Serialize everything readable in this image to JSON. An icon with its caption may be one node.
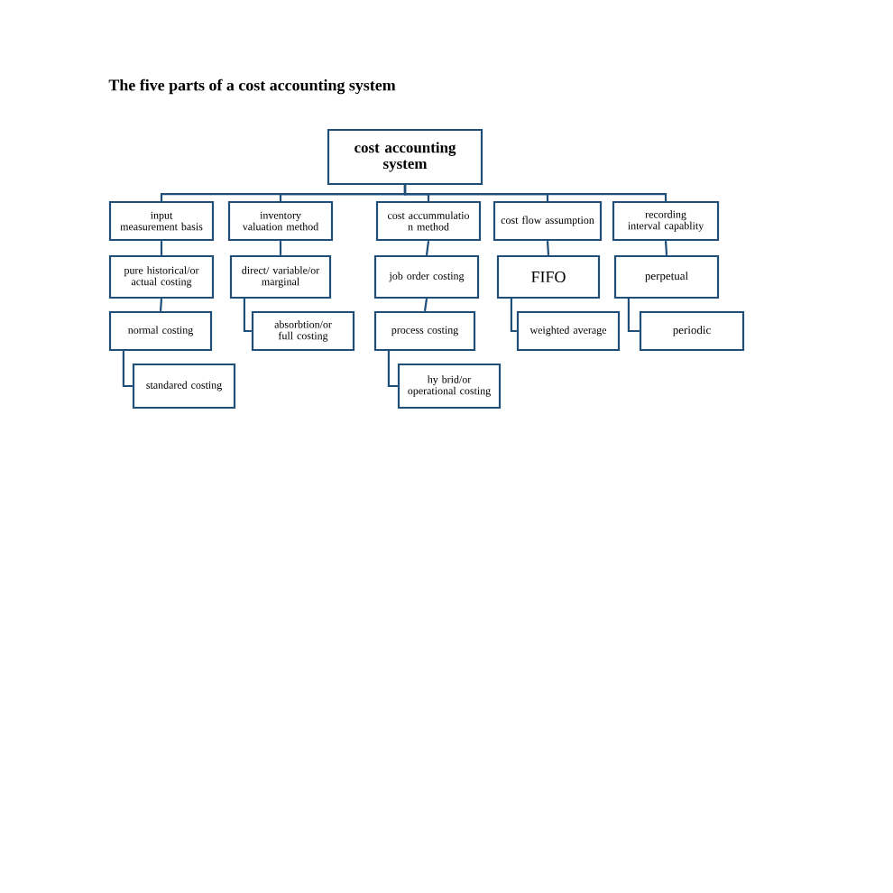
{
  "diagram": {
    "title": "The five parts of a cost accounting system",
    "nodes": [
      {
        "text": [
          "cost accounting system"
        ]
      },
      {
        "text": [
          "input measurement basis"
        ]
      },
      {
        "text": [
          "inventory valuation method"
        ]
      },
      {
        "text": [
          "cost accummulatio n method"
        ]
      },
      {
        "text": [
          "cost flow assumption"
        ]
      },
      {
        "text": [
          "recording interval capablity"
        ]
      },
      {
        "text": [
          "pure historical/or actual costing"
        ]
      },
      {
        "text": [
          "direct/ variable/or marginal"
        ]
      },
      {
        "text": [
          "job order costing"
        ]
      },
      {
        "text": [
          "FIFO"
        ]
      },
      {
        "text": [
          "perpetual"
        ]
      },
      {
        "text": [
          "normal costing"
        ]
      },
      {
        "text": [
          "absorbtion/or full costing"
        ]
      },
      {
        "text": [
          "process costing"
        ]
      },
      {
        "text": [
          "weighted average"
        ]
      },
      {
        "text": [
          "periodic"
        ]
      },
      {
        "text": [
          "standared costing"
        ]
      },
      {
        "text": [
          "hy brid/or operational costing"
        ]
      }
    ],
    "edges": [
      {
        "from": 0,
        "to": 1,
        "arrow": "none"
      },
      {
        "from": 0,
        "to": 2,
        "arrow": "none"
      },
      {
        "from": 0,
        "to": 3,
        "arrow": "none"
      },
      {
        "from": 0,
        "to": 4,
        "arrow": "none"
      },
      {
        "from": 0,
        "to": 5,
        "arrow": "none"
      },
      {
        "from": 1,
        "to": 6,
        "arrow": "none"
      },
      {
        "from": 2,
        "to": 7,
        "arrow": "none"
      },
      {
        "from": 3,
        "to": 8,
        "arrow": "none"
      },
      {
        "from": 4,
        "to": 9,
        "arrow": "none"
      },
      {
        "from": 5,
        "to": 10,
        "arrow": "none"
      },
      {
        "from": 6,
        "to": 11,
        "arrow": "none"
      },
      {
        "from": 7,
        "to": 12,
        "arrow": "none"
      },
      {
        "from": 8,
        "to": 13,
        "arrow": "none"
      },
      {
        "from": 9,
        "to": 14,
        "arrow": "none"
      },
      {
        "from": 10,
        "to": 15,
        "arrow": "none"
      },
      {
        "from": 11,
        "to": 16,
        "arrow": "none"
      },
      {
        "from": 13,
        "to": 17,
        "arrow": "none"
      }
    ]
  }
}
